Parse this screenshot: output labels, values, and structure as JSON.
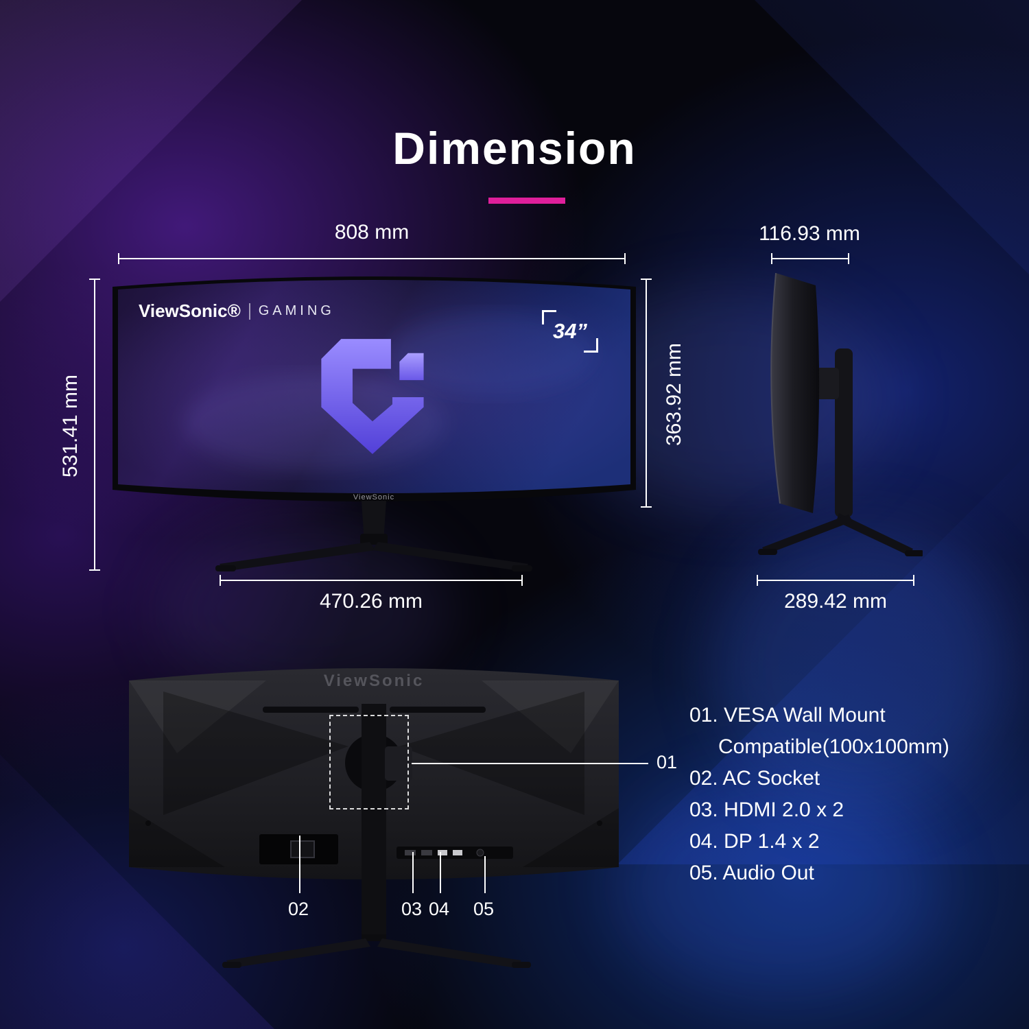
{
  "page": {
    "title": "Dimension"
  },
  "colors": {
    "accent": "#df1f9b",
    "logo_purple": "#7a66f2"
  },
  "front_view": {
    "width": "808 mm",
    "total_height": "531.41 mm",
    "screen_height": "363.92 mm",
    "base_width": "470.26 mm",
    "screen_brand": "ViewSonic®",
    "screen_brand_sub": "GAMING",
    "size_badge": "34”",
    "bezel_brand": "ViewSonic"
  },
  "side_view": {
    "depth": "116.93 mm",
    "base_depth": "289.42 mm"
  },
  "back_view": {
    "brand": "ViewSonic",
    "callouts": [
      "01",
      "02",
      "03",
      "04",
      "05"
    ]
  },
  "legend": {
    "items": [
      "01. VESA Wall Mount",
      "Compatible(100x100mm)",
      "02. AC Socket",
      "03. HDMI 2.0 x 2",
      "04. DP 1.4 x 2",
      "05. Audio Out"
    ]
  }
}
